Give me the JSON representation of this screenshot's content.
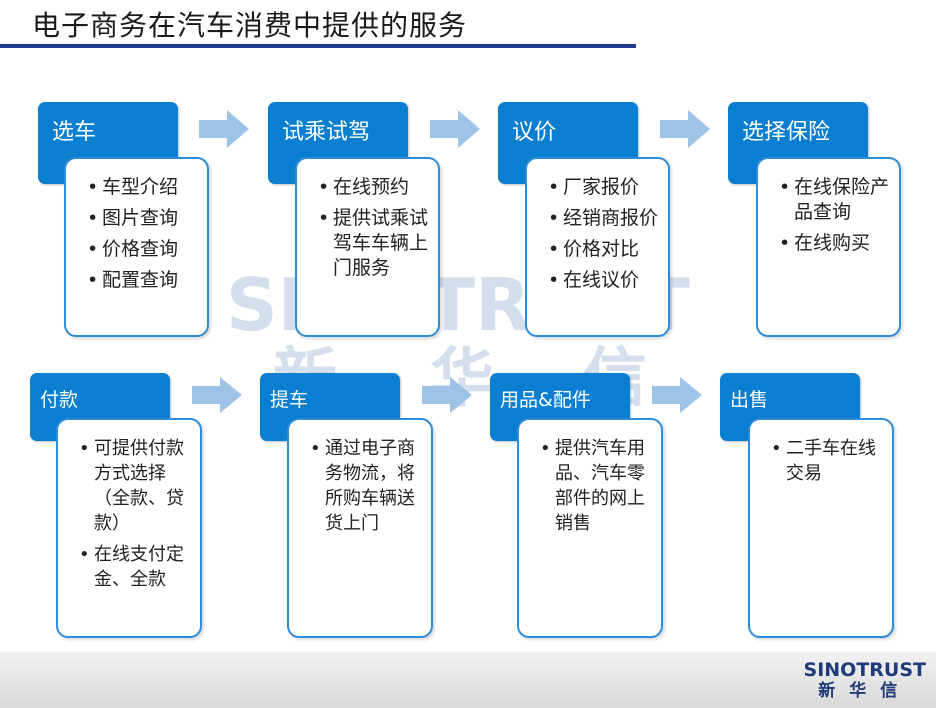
{
  "title": "电子商务在汽车消费中提供的服务",
  "watermark": {
    "en": "SINOTRUST",
    "cn": [
      "新",
      "华",
      "信"
    ]
  },
  "footer_logo": {
    "en": "SINOTRUST",
    "cn": "新华信"
  },
  "colors": {
    "header_blue": "#0a7fd2",
    "border_blue": "#2f8cd8",
    "arrow_blue": "#9dc3e6",
    "title_rule": "#1f3a93"
  },
  "steps": [
    {
      "title": "选车",
      "items": [
        "车型介绍",
        "图片查询",
        "价格查询",
        "配置查询"
      ]
    },
    {
      "title": "试乘试驾",
      "items": [
        "在线预约",
        "提供试乘试驾车车辆上门服务"
      ]
    },
    {
      "title": "议价",
      "items": [
        "厂家报价",
        "经销商报价",
        "价格对比",
        "在线议价"
      ]
    },
    {
      "title": "选择保险",
      "items": [
        "在线保险产品查询",
        "在线购买"
      ]
    },
    {
      "title": "付款",
      "items": [
        "可提供付款方式选择（全款、贷款）",
        "在线支付定金、全款"
      ]
    },
    {
      "title": "提车",
      "items": [
        "通过电子商务物流，将所购车辆送货上门"
      ]
    },
    {
      "title": "用品&配件",
      "items": [
        "提供汽车用品、汽车零部件的网上销售"
      ]
    },
    {
      "title": "出售",
      "items": [
        "二手车在线交易"
      ]
    }
  ]
}
